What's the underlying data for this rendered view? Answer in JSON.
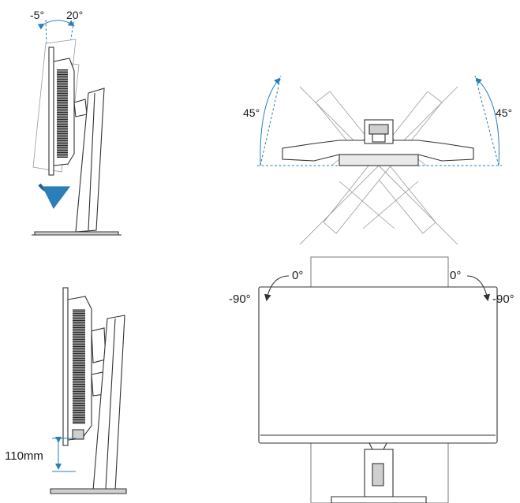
{
  "labels": {
    "tilt_minus": "-5°",
    "tilt_plus": "20°",
    "swivel_left": "45°",
    "swivel_right": "45°",
    "height_adjust": "110mm",
    "pivot_left_zero": "0°",
    "pivot_left_ninety": "-90°",
    "pivot_right_zero": "0°",
    "pivot_right_ninety": "-90°"
  },
  "colors": {
    "accent": "#2a7fb8",
    "arrow": "#1f5f8b",
    "line": "#333333"
  },
  "icons": {
    "tilt_arrow": "curved-arrow-icon",
    "pivot_arrow": "curved-arrow-icon"
  }
}
